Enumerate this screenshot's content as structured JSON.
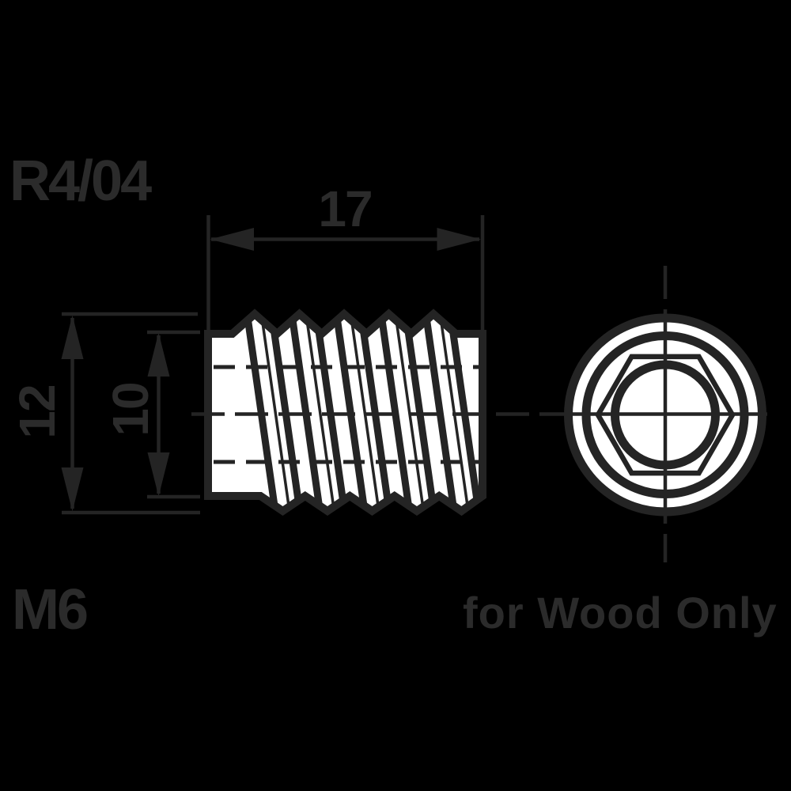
{
  "drawing": {
    "part_code": "R4/04",
    "thread_size": "M6",
    "material_note": "for Wood Only",
    "dimensions": {
      "length_mm": "17",
      "outer_diameter_mm": "12",
      "body_diameter_mm": "10"
    },
    "colors": {
      "ink": "#242424",
      "text": "#2b2b2b",
      "paper": "#ffffff",
      "background": "#000000"
    }
  }
}
